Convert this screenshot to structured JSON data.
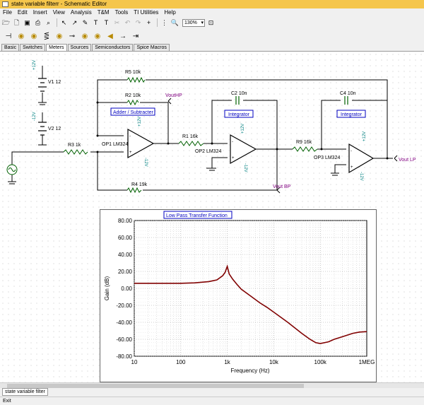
{
  "window": {
    "title": "state variable filterr - Schematic Editor"
  },
  "menu": [
    "File",
    "Edit",
    "Insert",
    "View",
    "Analysis",
    "T&M",
    "Tools",
    "TI Utilities",
    "Help"
  ],
  "toolbar": {
    "zoom": "130%"
  },
  "component_tabs": [
    "Basic",
    "Switches",
    "Meters",
    "Sources",
    "Semiconductors",
    "Spice Macros"
  ],
  "active_tab": "Meters",
  "schematic": {
    "supply": {
      "v1": "V1 12",
      "v2": "V2 12",
      "plus": "+12V",
      "minus": "-12V"
    },
    "resistors": {
      "r5": "R5 10k",
      "r2": "R2 10k",
      "r3": "R3 1k",
      "r1": "R1 16k",
      "r9": "R9 16k",
      "r4": "R4 19k"
    },
    "caps": {
      "c2": "C2 10n",
      "c4": "C4 10n"
    },
    "opamps": {
      "op1": "OP1 LM324",
      "op2": "OP2 LM324",
      "op3": "OP3 LM324"
    },
    "rail_plus": "+12V",
    "rail_minus": "-12V",
    "labels": {
      "adder": "Adder / Subtracter",
      "int1": "Integrator",
      "int2": "Integrator"
    },
    "outputs": {
      "hp": "VoutHP",
      "bp": "Vout BP",
      "lp": "Vout LP"
    }
  },
  "chart_data": {
    "type": "line",
    "title": "Low Pass Transfer Function",
    "xlabel": "Frequency (Hz)",
    "ylabel": "Gain (dB)",
    "xscale": "log",
    "xlim": [
      10,
      1000000
    ],
    "ylim": [
      -80,
      80
    ],
    "x_ticks": [
      "10",
      "100",
      "1k",
      "10k",
      "100k",
      "1MEG"
    ],
    "y_ticks": [
      "80.00",
      "60.00",
      "40.00",
      "20.00",
      "0.00",
      "-20.00",
      "-40.00",
      "-60.00",
      "-80.00"
    ],
    "grid": true,
    "series": [
      {
        "color": "#800000",
        "x": [
          10,
          20,
          50,
          100,
          200,
          400,
          600,
          800,
          900,
          1000,
          1100,
          1300,
          1600,
          2000,
          3000,
          5000,
          7000,
          10000,
          20000,
          40000,
          60000,
          80000,
          100000,
          150000,
          200000,
          300000,
          500000,
          700000,
          1000000
        ],
        "y": [
          6,
          6,
          6,
          6,
          6.5,
          8,
          10,
          15,
          19,
          26,
          17,
          11,
          5,
          -1,
          -8,
          -17,
          -22,
          -28,
          -40,
          -53,
          -60,
          -64,
          -65,
          -63,
          -60,
          -57,
          -53,
          -51.5,
          -51
        ]
      }
    ]
  },
  "doc_tab": "state variable filter",
  "status": "Exit"
}
